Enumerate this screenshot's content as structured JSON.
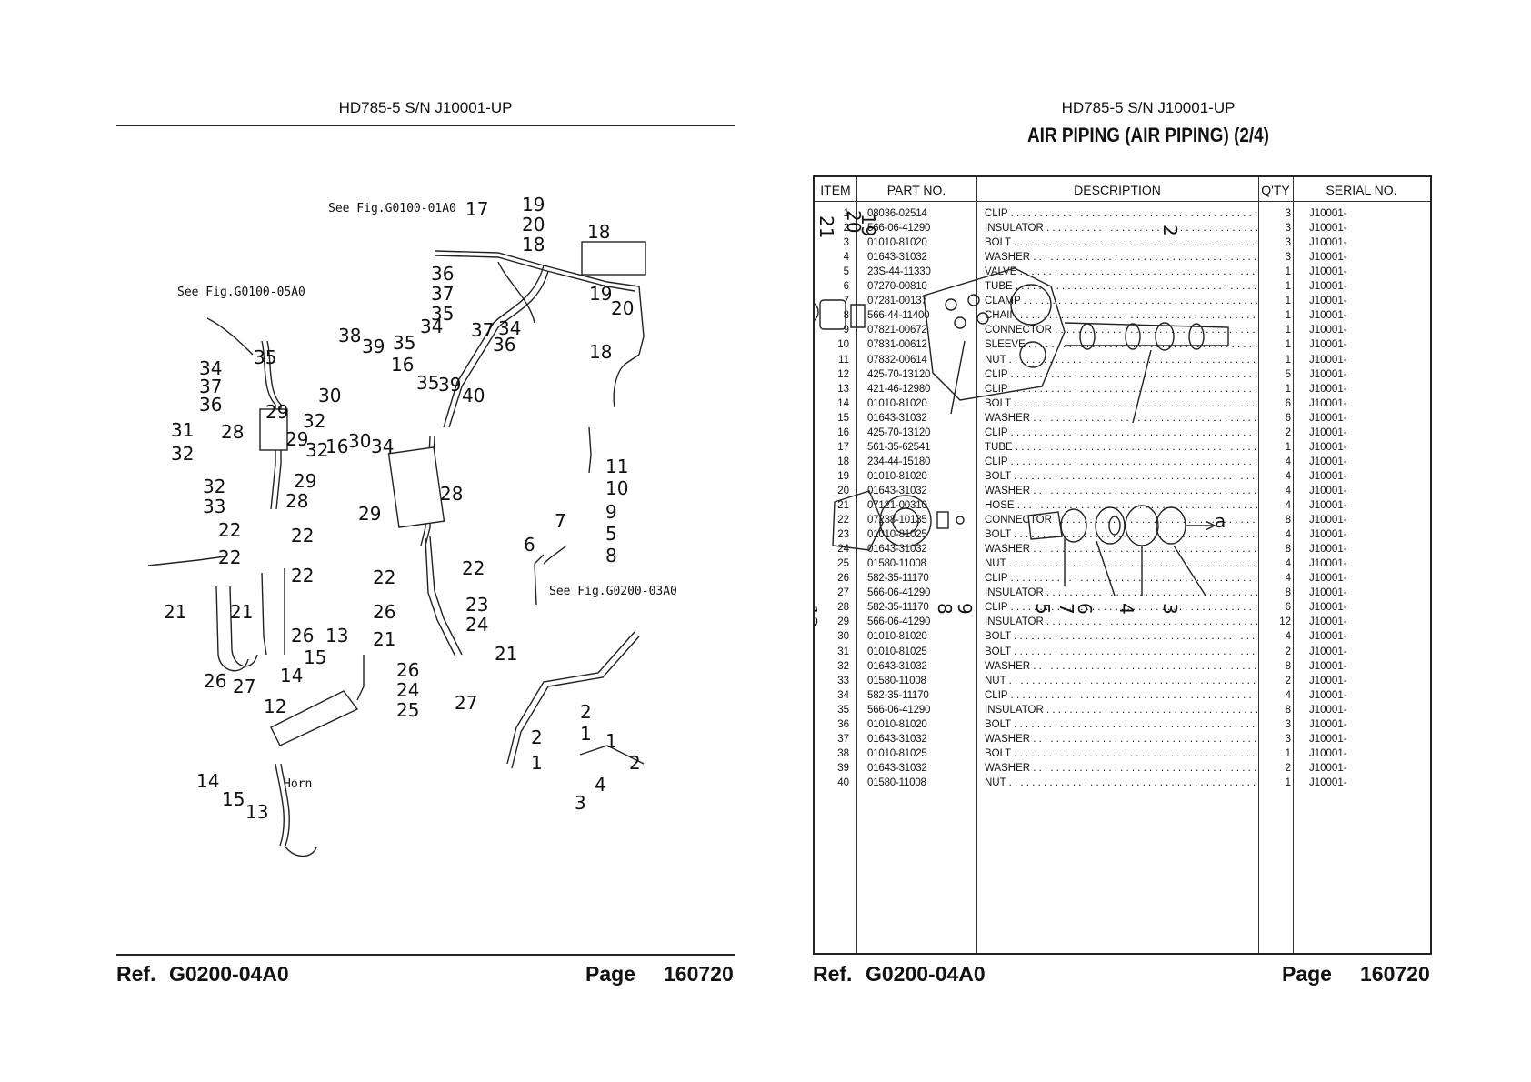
{
  "left": {
    "header": "HD785-5 S/N J10001-UP",
    "footer": {
      "ref_label": "Ref.",
      "ref_value": "G0200-04A0",
      "page_label": "Page",
      "page_value": "160720"
    },
    "diagram": {
      "see_notes": [
        "See Fig.G0100-01A0",
        "See Fig.G0100-05A0",
        "See Fig.G0200-03A0"
      ],
      "horn_label": "Horn"
    }
  },
  "right": {
    "header": "HD785-5 S/N J10001-UP",
    "title": "AIR PIPING (AIR PIPING) (2/4)",
    "footer": {
      "ref_label": "Ref.",
      "ref_value": "G0200-04A0",
      "page_label": "Page",
      "page_value": "160720"
    },
    "table": {
      "headers": {
        "item": "ITEM",
        "part": "PART NO.",
        "desc": "DESCRIPTION",
        "qty": "Q'TY",
        "serial": "SERIAL NO."
      },
      "rows": [
        {
          "item": "1",
          "part": "08036-02514",
          "desc": "CLIP",
          "qty": "3",
          "serial": "J10001-"
        },
        {
          "item": "2",
          "part": "566-06-41290",
          "desc": "INSULATOR",
          "qty": "3",
          "serial": "J10001-"
        },
        {
          "item": "3",
          "part": "01010-81020",
          "desc": "BOLT",
          "qty": "3",
          "serial": "J10001-"
        },
        {
          "item": "4",
          "part": "01643-31032",
          "desc": "WASHER",
          "qty": "3",
          "serial": "J10001-"
        },
        {
          "item": "5",
          "part": "23S-44-11330",
          "desc": "VALVE",
          "qty": "1",
          "serial": "J10001-"
        },
        {
          "item": "6",
          "part": "07270-00810",
          "desc": "TUBE",
          "qty": "1",
          "serial": "J10001-"
        },
        {
          "item": "7",
          "part": "07281-00137",
          "desc": "CLAMP",
          "qty": "1",
          "serial": "J10001-"
        },
        {
          "item": "8",
          "part": "566-44-11400",
          "desc": "CHAIN",
          "qty": "1",
          "serial": "J10001-"
        },
        {
          "item": "9",
          "part": "07821-00672",
          "desc": "CONNECTOR",
          "qty": "1",
          "serial": "J10001-"
        },
        {
          "item": "10",
          "part": "07831-00612",
          "desc": "SLEEVE",
          "qty": "1",
          "serial": "J10001-"
        },
        {
          "item": "11",
          "part": "07832-00614",
          "desc": "NUT",
          "qty": "1",
          "serial": "J10001-"
        },
        {
          "item": "12",
          "part": "425-70-13120",
          "desc": "CLIP",
          "qty": "5",
          "serial": "J10001-"
        },
        {
          "item": "13",
          "part": "421-46-12980",
          "desc": "CLIP",
          "qty": "1",
          "serial": "J10001-"
        },
        {
          "item": "14",
          "part": "01010-81020",
          "desc": "BOLT",
          "qty": "6",
          "serial": "J10001-"
        },
        {
          "item": "15",
          "part": "01643-31032",
          "desc": "WASHER",
          "qty": "6",
          "serial": "J10001-"
        },
        {
          "item": "16",
          "part": "425-70-13120",
          "desc": "CLIP",
          "qty": "2",
          "serial": "J10001-"
        },
        {
          "item": "17",
          "part": "561-35-62541",
          "desc": "TUBE",
          "qty": "1",
          "serial": "J10001-"
        },
        {
          "item": "18",
          "part": "234-44-15180",
          "desc": "CLIP",
          "qty": "4",
          "serial": "J10001-"
        },
        {
          "item": "19",
          "part": "01010-81020",
          "desc": "BOLT",
          "qty": "4",
          "serial": "J10001-"
        },
        {
          "item": "20",
          "part": "01643-31032",
          "desc": "WASHER",
          "qty": "4",
          "serial": "J10001-"
        },
        {
          "item": "21",
          "part": "07121-00310",
          "desc": "HOSE",
          "qty": "4",
          "serial": "J10001-"
        },
        {
          "item": "22",
          "part": "07238-10135",
          "desc": "CONNECTOR",
          "qty": "8",
          "serial": "J10001-"
        },
        {
          "item": "23",
          "part": "01010-81025",
          "desc": "BOLT",
          "qty": "4",
          "serial": "J10001-"
        },
        {
          "item": "24",
          "part": "01643-31032",
          "desc": "WASHER",
          "qty": "8",
          "serial": "J10001-"
        },
        {
          "item": "25",
          "part": "01580-11008",
          "desc": "NUT",
          "qty": "4",
          "serial": "J10001-"
        },
        {
          "item": "26",
          "part": "582-35-11170",
          "desc": "CLIP",
          "qty": "4",
          "serial": "J10001-"
        },
        {
          "item": "27",
          "part": "566-06-41290",
          "desc": "INSULATOR",
          "qty": "8",
          "serial": "J10001-"
        },
        {
          "item": "28",
          "part": "582-35-11170",
          "desc": "CLIP",
          "qty": "6",
          "serial": "J10001-"
        },
        {
          "item": "29",
          "part": "566-06-41290",
          "desc": "INSULATOR",
          "qty": "12",
          "serial": "J10001-"
        },
        {
          "item": "30",
          "part": "01010-81020",
          "desc": "BOLT",
          "qty": "4",
          "serial": "J10001-"
        },
        {
          "item": "31",
          "part": "01010-81025",
          "desc": "BOLT",
          "qty": "2",
          "serial": "J10001-"
        },
        {
          "item": "32",
          "part": "01643-31032",
          "desc": "WASHER",
          "qty": "8",
          "serial": "J10001-"
        },
        {
          "item": "33",
          "part": "01580-11008",
          "desc": "NUT",
          "qty": "2",
          "serial": "J10001-"
        },
        {
          "item": "34",
          "part": "582-35-11170",
          "desc": "CLIP",
          "qty": "4",
          "serial": "J10001-"
        },
        {
          "item": "35",
          "part": "566-06-41290",
          "desc": "INSULATOR",
          "qty": "8",
          "serial": "J10001-"
        },
        {
          "item": "36",
          "part": "01010-81020",
          "desc": "BOLT",
          "qty": "3",
          "serial": "J10001-"
        },
        {
          "item": "37",
          "part": "01643-31032",
          "desc": "WASHER",
          "qty": "3",
          "serial": "J10001-"
        },
        {
          "item": "38",
          "part": "01010-81025",
          "desc": "BOLT",
          "qty": "1",
          "serial": "J10001-"
        },
        {
          "item": "39",
          "part": "01643-31032",
          "desc": "WASHER",
          "qty": "2",
          "serial": "J10001-"
        },
        {
          "item": "40",
          "part": "01580-11008",
          "desc": "NUT",
          "qty": "1",
          "serial": "J10001-"
        }
      ]
    }
  }
}
